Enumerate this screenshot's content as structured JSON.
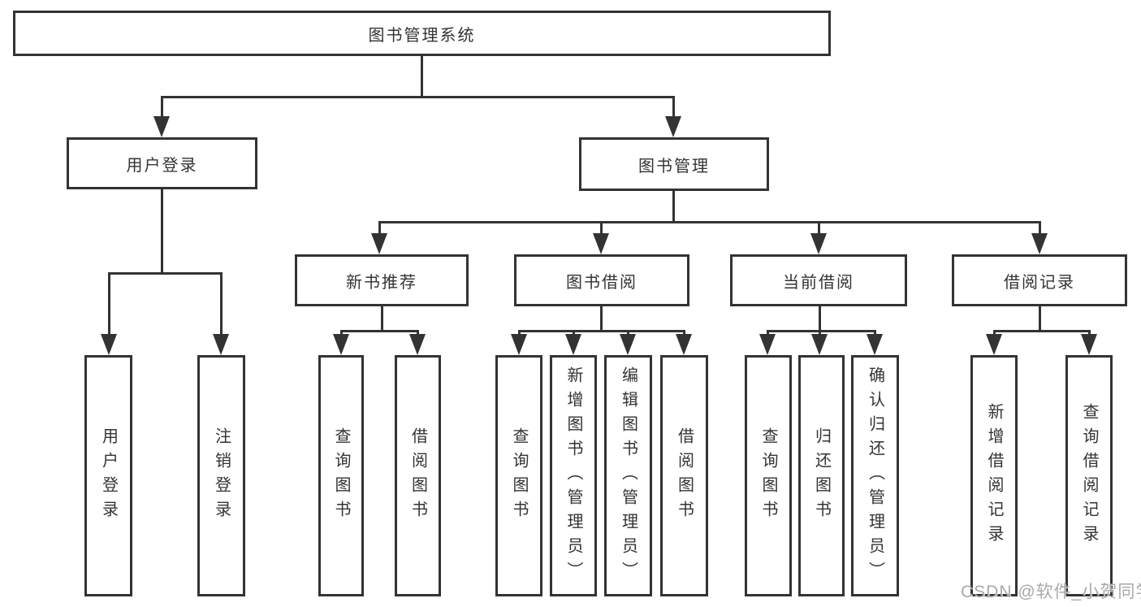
{
  "diagram": {
    "root": {
      "label": "图书管理系统"
    },
    "branches": [
      {
        "label": "用户登录",
        "children": [
          {
            "label": "用户登录"
          },
          {
            "label": "注销登录"
          }
        ]
      },
      {
        "label": "图书管理",
        "groups": [
          {
            "label": "新书推荐",
            "children": [
              {
                "label": "查询图书"
              },
              {
                "label": "借阅图书"
              }
            ]
          },
          {
            "label": "图书借阅",
            "children": [
              {
                "label": "查询图书"
              },
              {
                "label": "新增图书（管理员）"
              },
              {
                "label": "编辑图书（管理员）"
              },
              {
                "label": "借阅图书"
              }
            ]
          },
          {
            "label": "当前借阅",
            "children": [
              {
                "label": "查询图书"
              },
              {
                "label": "归还图书"
              },
              {
                "label": "确认归还（管理员）"
              }
            ]
          },
          {
            "label": "借阅记录",
            "children": [
              {
                "label": "新增借阅记录"
              },
              {
                "label": "查询借阅记录"
              }
            ]
          }
        ]
      }
    ]
  },
  "watermark": {
    "text": "CSDN @软件_小贺同学"
  },
  "colors": {
    "line": "#333333",
    "text": "#333333",
    "background": "#ffffff",
    "box_fill": "#ffffff",
    "watermark": "#a9a9a9"
  }
}
